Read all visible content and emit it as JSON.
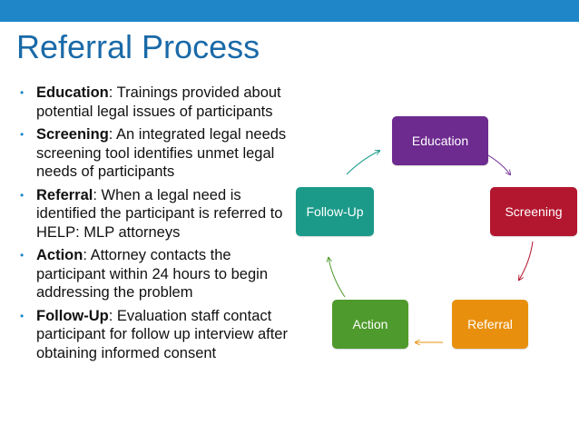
{
  "slide": {
    "title": "Referral Process",
    "accent_color": "#1f87c8",
    "title_color": "#1a6aa8"
  },
  "bullets": [
    {
      "term": "Education",
      "text": ":  Trainings provided about potential legal issues of participants"
    },
    {
      "term": "Screening",
      "text": ":  An integrated legal needs screening tool identifies unmet legal needs of participants"
    },
    {
      "term": "Referral",
      "text": ":  When a legal need is identified the participant is referred to HELP: MLP attorneys"
    },
    {
      "term": "Action",
      "text": ":  Attorney contacts the participant within 24 hours to begin addressing the problem"
    },
    {
      "term": "Follow-Up",
      "text": ":  Evaluation staff contact participant for follow up interview after obtaining informed consent"
    }
  ],
  "cycle": {
    "nodes": [
      {
        "label": "Education",
        "color": "#6d2a8f"
      },
      {
        "label": "Screening",
        "color": "#b3172f"
      },
      {
        "label": "Referral",
        "color": "#e8900e"
      },
      {
        "label": "Action",
        "color": "#4f9a2c"
      },
      {
        "label": "Follow-Up",
        "color": "#1b9a89"
      }
    ]
  }
}
